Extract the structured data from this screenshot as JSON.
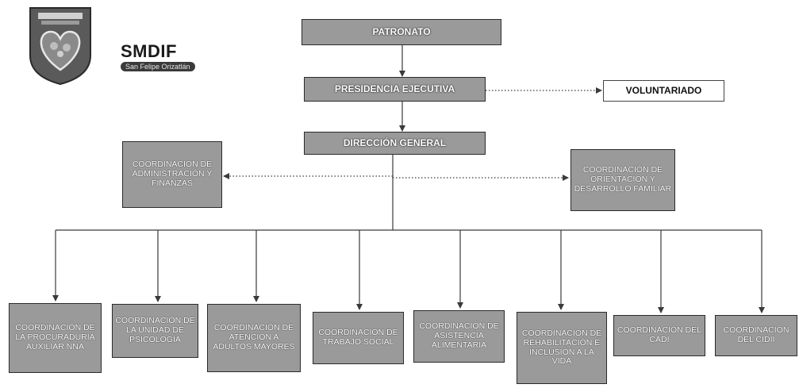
{
  "logo": {
    "name": "SMDIF",
    "subtitle": "San Felipe Orizatlán"
  },
  "nodes": {
    "patronato": "PATRONATO",
    "presidencia": "PRESIDENCIA EJECUTIVA",
    "voluntariado": "VOLUNTARIADO",
    "direccion": "DIRECCIÓN GENERAL",
    "administracion": "COORDINACIÓN DE ADMINISTRACIÓN Y FINANZAS",
    "orientacion": "COORDINACIÓN DE ORIENTACIÓN Y DESARROLLO FAMILIAR",
    "procuraduria": "COORDINACIÓN DE LA PROCURADURÍA AUXILIAR NNA",
    "psicologia": "COORDINACIÓN DE LA UNIDAD DE PSICOLOGÍA",
    "adultos": "COORDINACIÓN DE ATENCIÓN A ADULTOS MAYORES",
    "trabajo_social": "COORDINACIÓN DE TRABAJO SOCIAL",
    "asistencia": "COORDINACIÓN DE ASISTENCIA ALIMENTARIA",
    "rehabilitacion": "COORDINACIÓN DE REHABILITACIÓN E INCLUSIÓN A LA VIDA",
    "cadi": "COORDINACIÓN DEL CADI",
    "cidii": "COORDINACIÓN DEL CIDII"
  },
  "colors": {
    "node_fill": "#9a9a9a",
    "node_border": "#2b2b2b",
    "connector": "#3a3a3a"
  }
}
